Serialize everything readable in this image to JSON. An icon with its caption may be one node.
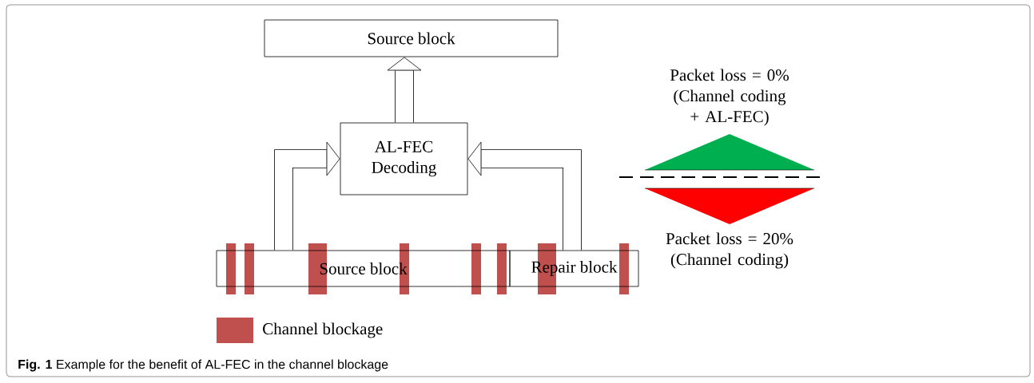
{
  "diagram": {
    "caption": "**Fig. 1** Example for the benefit of AL-FEC in the channel blockage",
    "nodes": [
      {
        "text": [
          "Source block"
        ]
      },
      {
        "text": [
          "AL-FEC Decoding"
        ]
      },
      {
        "text": [
          "Source block"
        ]
      },
      {
        "text": [
          "Repair block"
        ]
      },
      {
        "text": [
          "Packet loss = 0% (Channel coding + AL-FEC)"
        ]
      },
      {
        "text": [
          "Packet loss = 20% (Channel coding)"
        ]
      }
    ],
    "edges": [
      {
        "from": 1,
        "to": 0,
        "arrow": "to"
      },
      {
        "from": 2,
        "to": 1,
        "arrow": "to"
      },
      {
        "from": 3,
        "to": 1,
        "arrow": "to"
      }
    ],
    "legend": [
      {
        "text": "Channel blockage",
        "color": "#c0504d"
      }
    ]
  }
}
